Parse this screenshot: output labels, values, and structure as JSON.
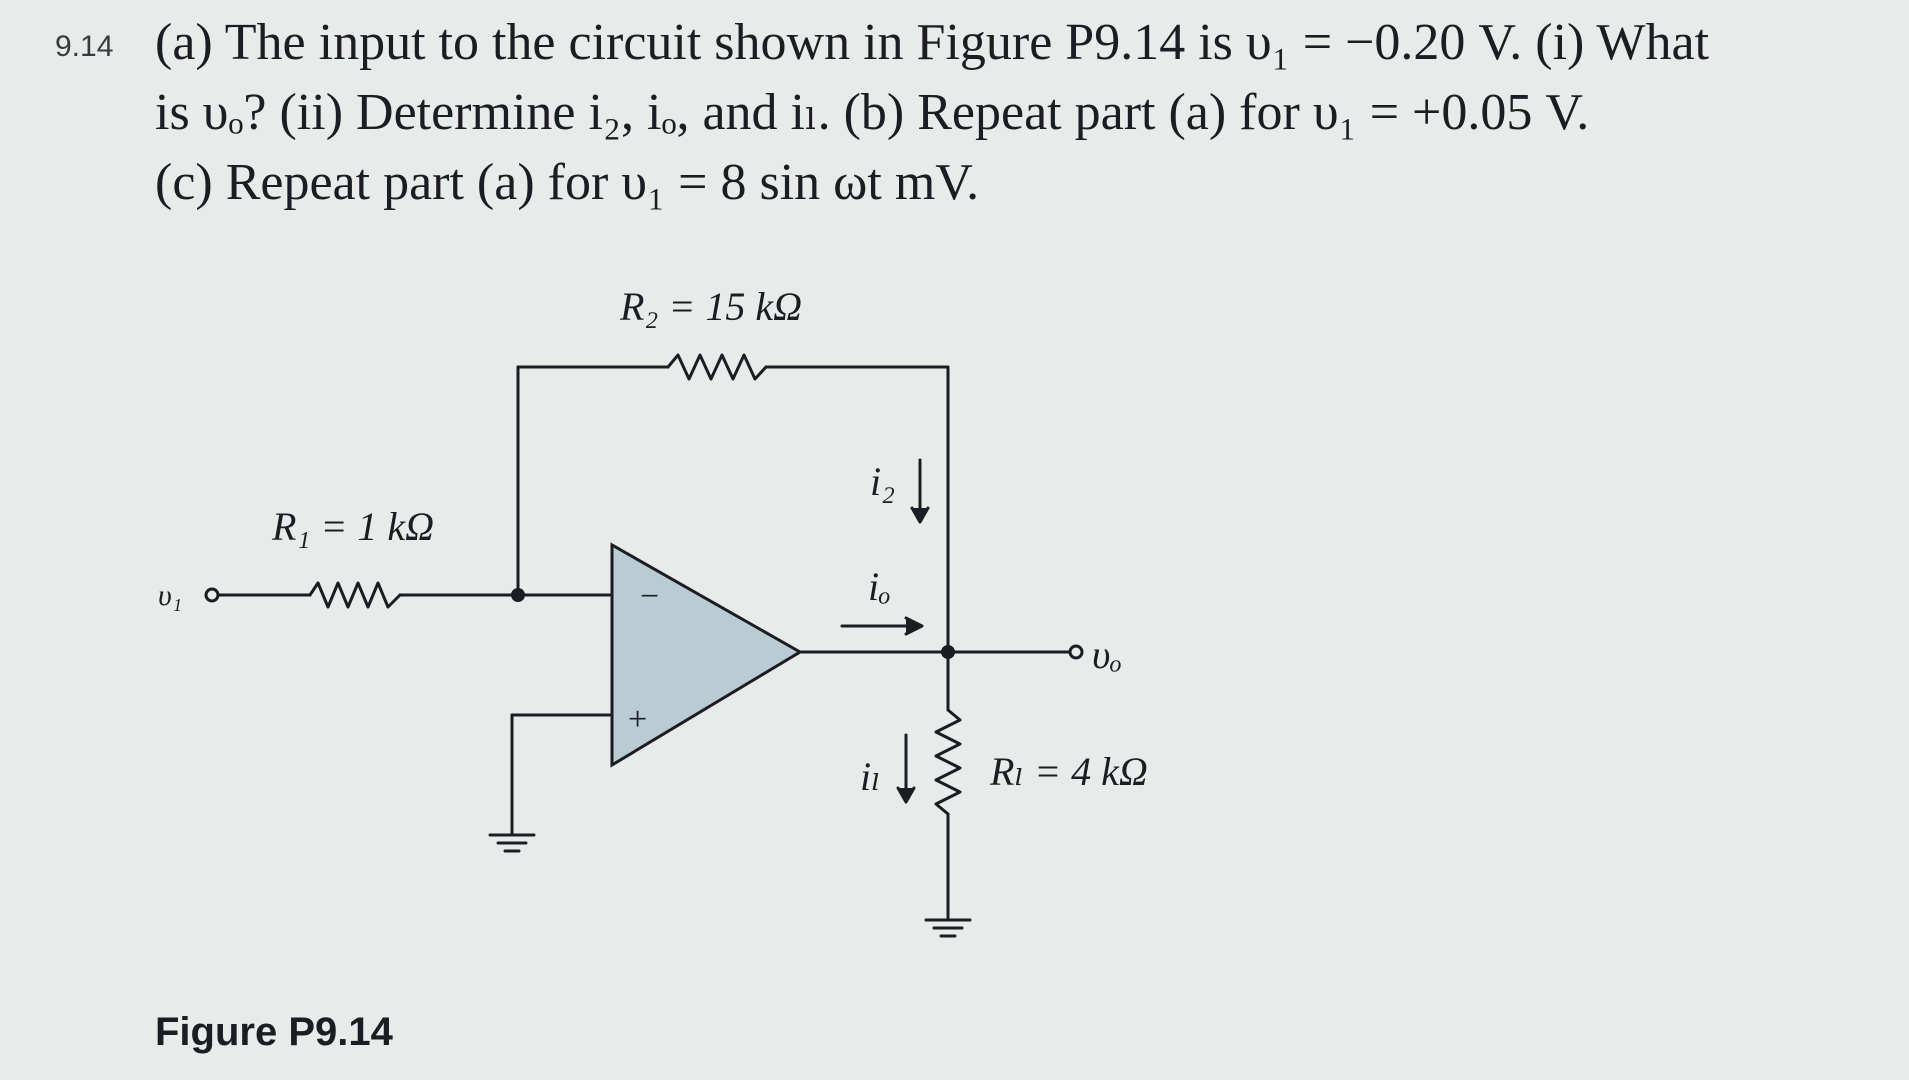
{
  "problem": {
    "number": "9.14",
    "lines": [
      "(a) The input to the circuit shown in Figure P9.14 is υ₁ = −0.20 V. (i) What",
      "is υₒ? (ii) Determine i₂, iₒ, and iₗ. (b) Repeat part (a) for υ₁ = +0.05 V.",
      "(c) Repeat part (a) for υ₁ = 8 sin ωt  mV."
    ]
  },
  "figure": {
    "caption": "Figure P9.14",
    "labels": {
      "r2": "R₂ = 15 kΩ",
      "r1": "R₁ = 1 kΩ",
      "rl": "Rₗ = 4 kΩ",
      "vi": "υ₁",
      "vo": "υₒ",
      "i2": "i₂",
      "io": "iₒ",
      "il": "iₗ",
      "minus": "−",
      "plus": "+"
    },
    "colors": {
      "opamp_fill": "#b9cbd3",
      "wire": "#1c1d22"
    }
  }
}
